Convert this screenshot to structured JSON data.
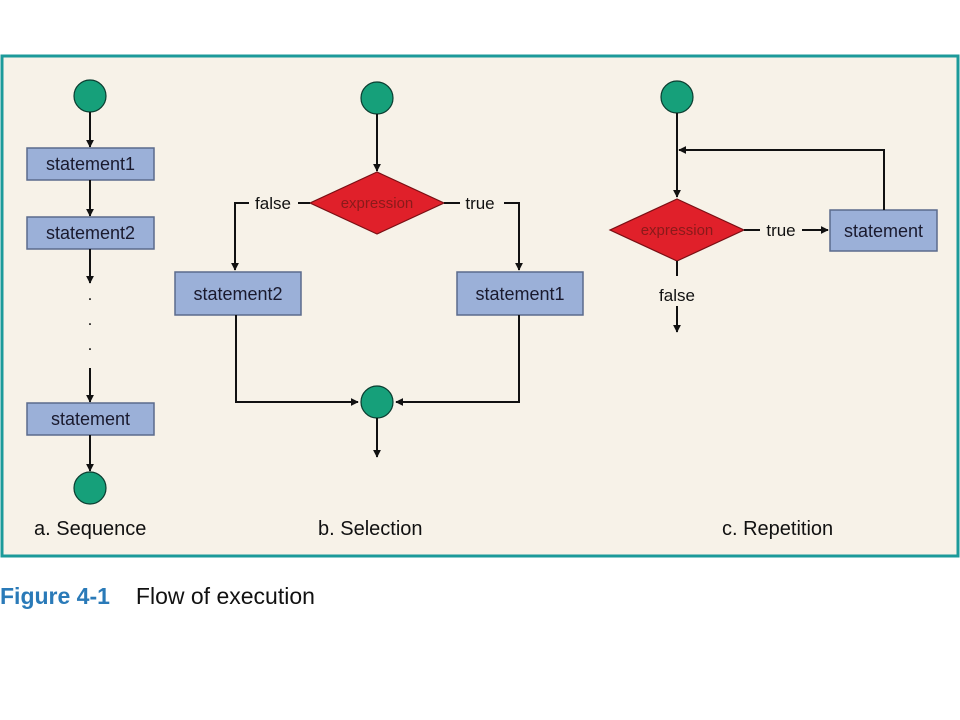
{
  "colors": {
    "panel_background": "#f7f2e8",
    "panel_border": "#1c9a9a",
    "circle_fill": "#16a07a",
    "box_fill": "#9bb0d8",
    "diamond_fill": "#e0202a",
    "figure_number": "#2a7ab8"
  },
  "sequence": {
    "caption": "a.  Sequence",
    "statements": [
      "statement1",
      "statement2",
      "statement"
    ],
    "ellipsis": "."
  },
  "selection": {
    "caption": "b.  Selection",
    "condition": "expression",
    "false_label": "false",
    "true_label": "true",
    "false_statement": "statement2",
    "true_statement": "statement1"
  },
  "repetition": {
    "caption": "c.  Repetition",
    "condition": "expression",
    "true_label": "true",
    "false_label": "false",
    "statement": "statement"
  },
  "figure": {
    "number": "Figure 4-1",
    "title": "Flow of execution"
  }
}
